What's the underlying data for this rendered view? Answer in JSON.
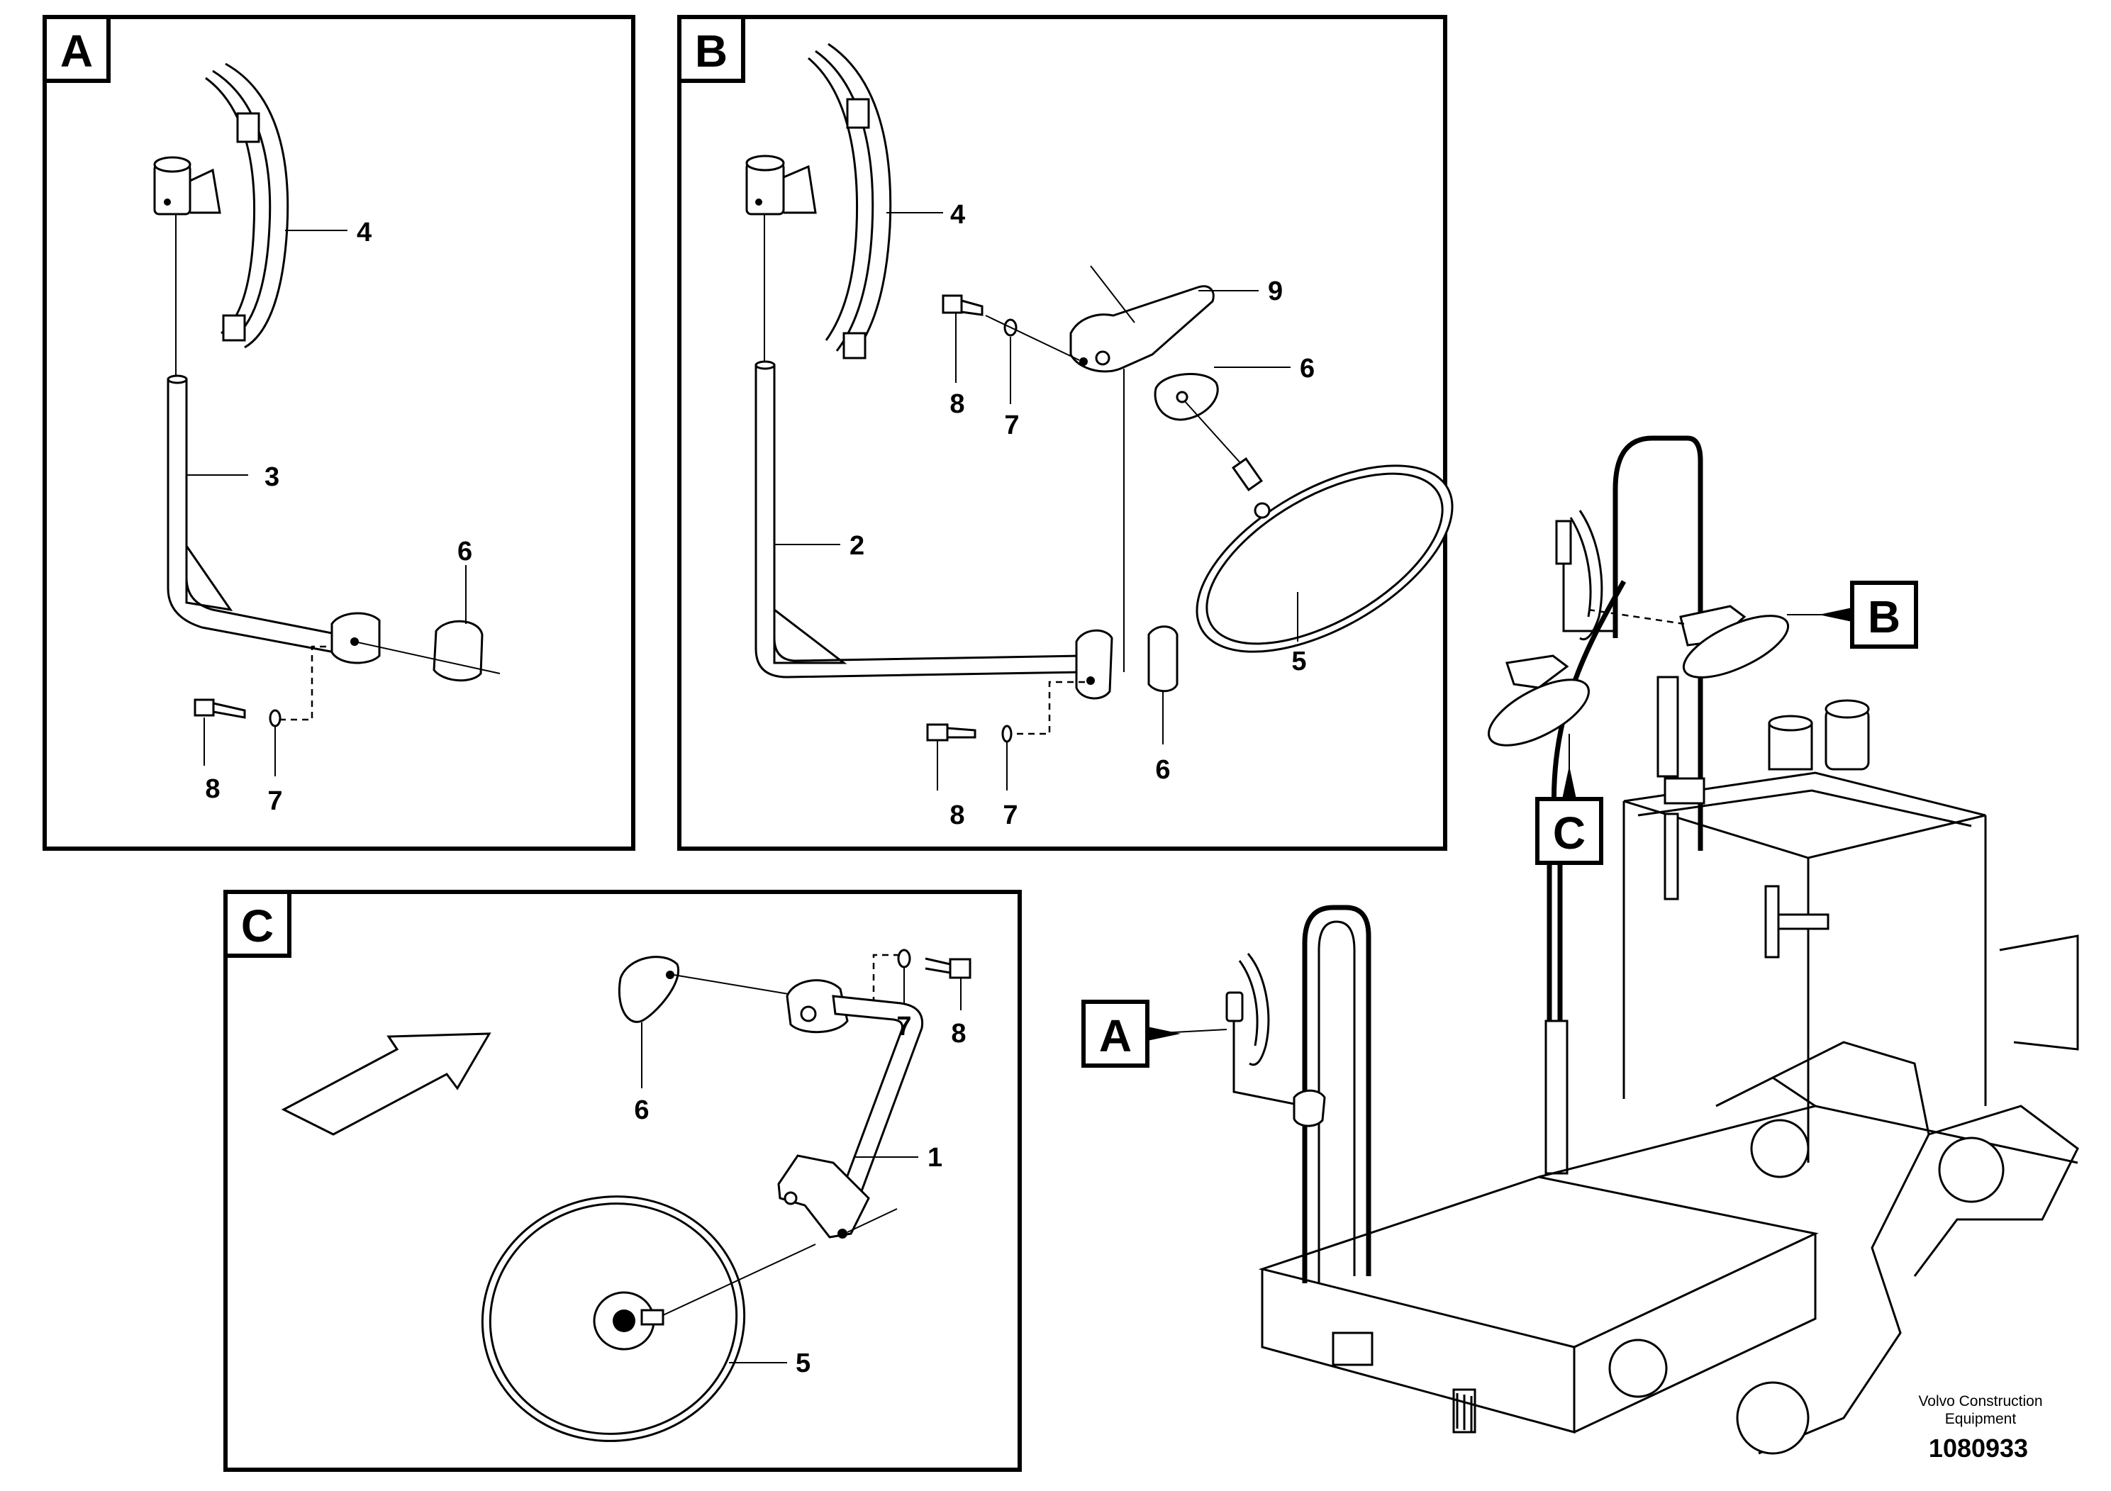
{
  "panels": {
    "A": {
      "letter": "A",
      "callouts": {
        "top_mirror": "4",
        "arm": "3",
        "cover": "6",
        "screw": "8",
        "washer": "7"
      }
    },
    "B": {
      "letter": "B",
      "callouts": {
        "top_mirror": "4",
        "bracket": "9",
        "screw": "8",
        "washer": "7",
        "cover_upper": "6",
        "arm": "2",
        "round_mirror": "5",
        "cover_lower": "6",
        "screw_lower": "8",
        "washer_lower": "7"
      }
    },
    "C": {
      "letter": "C",
      "callouts": {
        "washer": "7",
        "screw": "8",
        "cover": "6",
        "arm": "1",
        "round_mirror": "5"
      }
    }
  },
  "overview": {
    "tag_a": "A",
    "tag_b": "B",
    "tag_c": "C"
  },
  "footer": {
    "company_line1": "Volvo Construction",
    "company_line2": "Equipment",
    "drawing_number": "1080933"
  }
}
